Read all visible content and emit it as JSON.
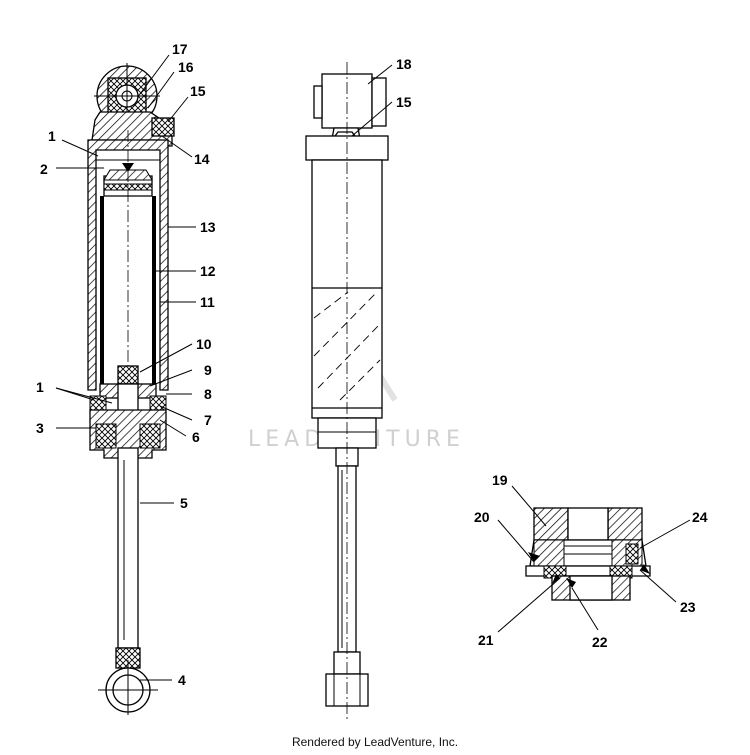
{
  "callouts": {
    "c1a": "1",
    "c2": "2",
    "c14": "14",
    "c17": "17",
    "c16": "16",
    "c15a": "15",
    "c13": "13",
    "c12": "12",
    "c11": "11",
    "c10": "10",
    "c9": "9",
    "c1b": "1",
    "c8": "8",
    "c7": "7",
    "c3": "3",
    "c6": "6",
    "c5": "5",
    "c4": "4",
    "c18": "18",
    "c15b": "15",
    "c19": "19",
    "c20": "20",
    "c24": "24",
    "c23": "23",
    "c21": "21",
    "c22": "22"
  },
  "watermark": "LEADVENTURE",
  "footer": "Rendered by LeadVenture, Inc."
}
